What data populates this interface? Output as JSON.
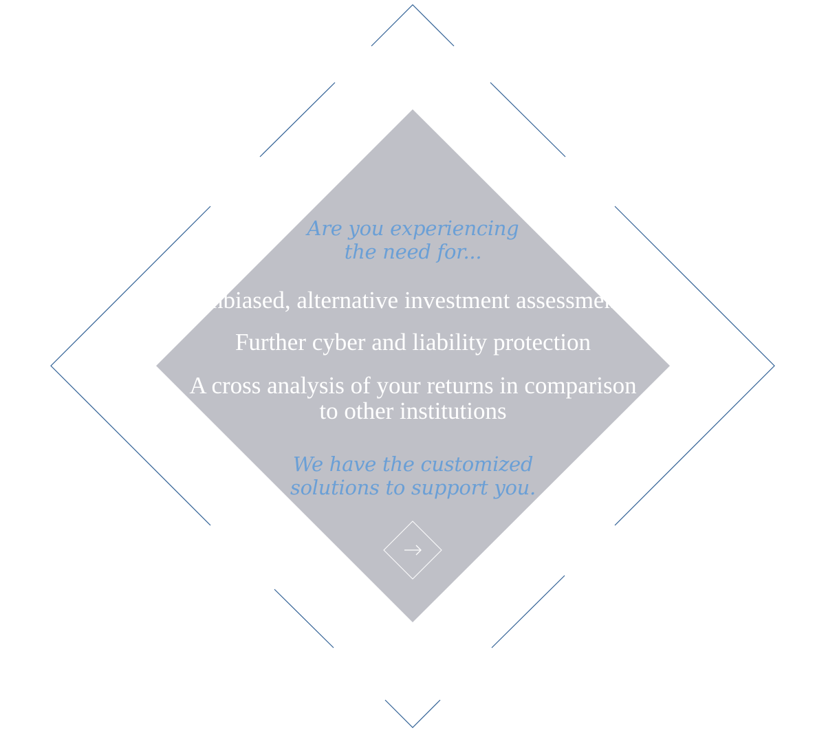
{
  "intro": {
    "line1": "Are you experiencing",
    "line2": "the need for..."
  },
  "needs": [
    {
      "text": "Unbiased, alternative investment assessments"
    },
    {
      "text": "Further cyber and liability protection"
    },
    {
      "line1": "A cross analysis of your returns in comparison",
      "line2": "to other institutions"
    }
  ],
  "outro": {
    "line1": "We have the customized",
    "line2": "solutions to support you."
  },
  "next_button": {
    "icon": "arrow-right-icon"
  },
  "colors": {
    "diamond_fill": "#bfc0c7",
    "frame_line": "#2f5f94",
    "accent_text": "#6a9fd6",
    "body_text": "#ffffff"
  }
}
